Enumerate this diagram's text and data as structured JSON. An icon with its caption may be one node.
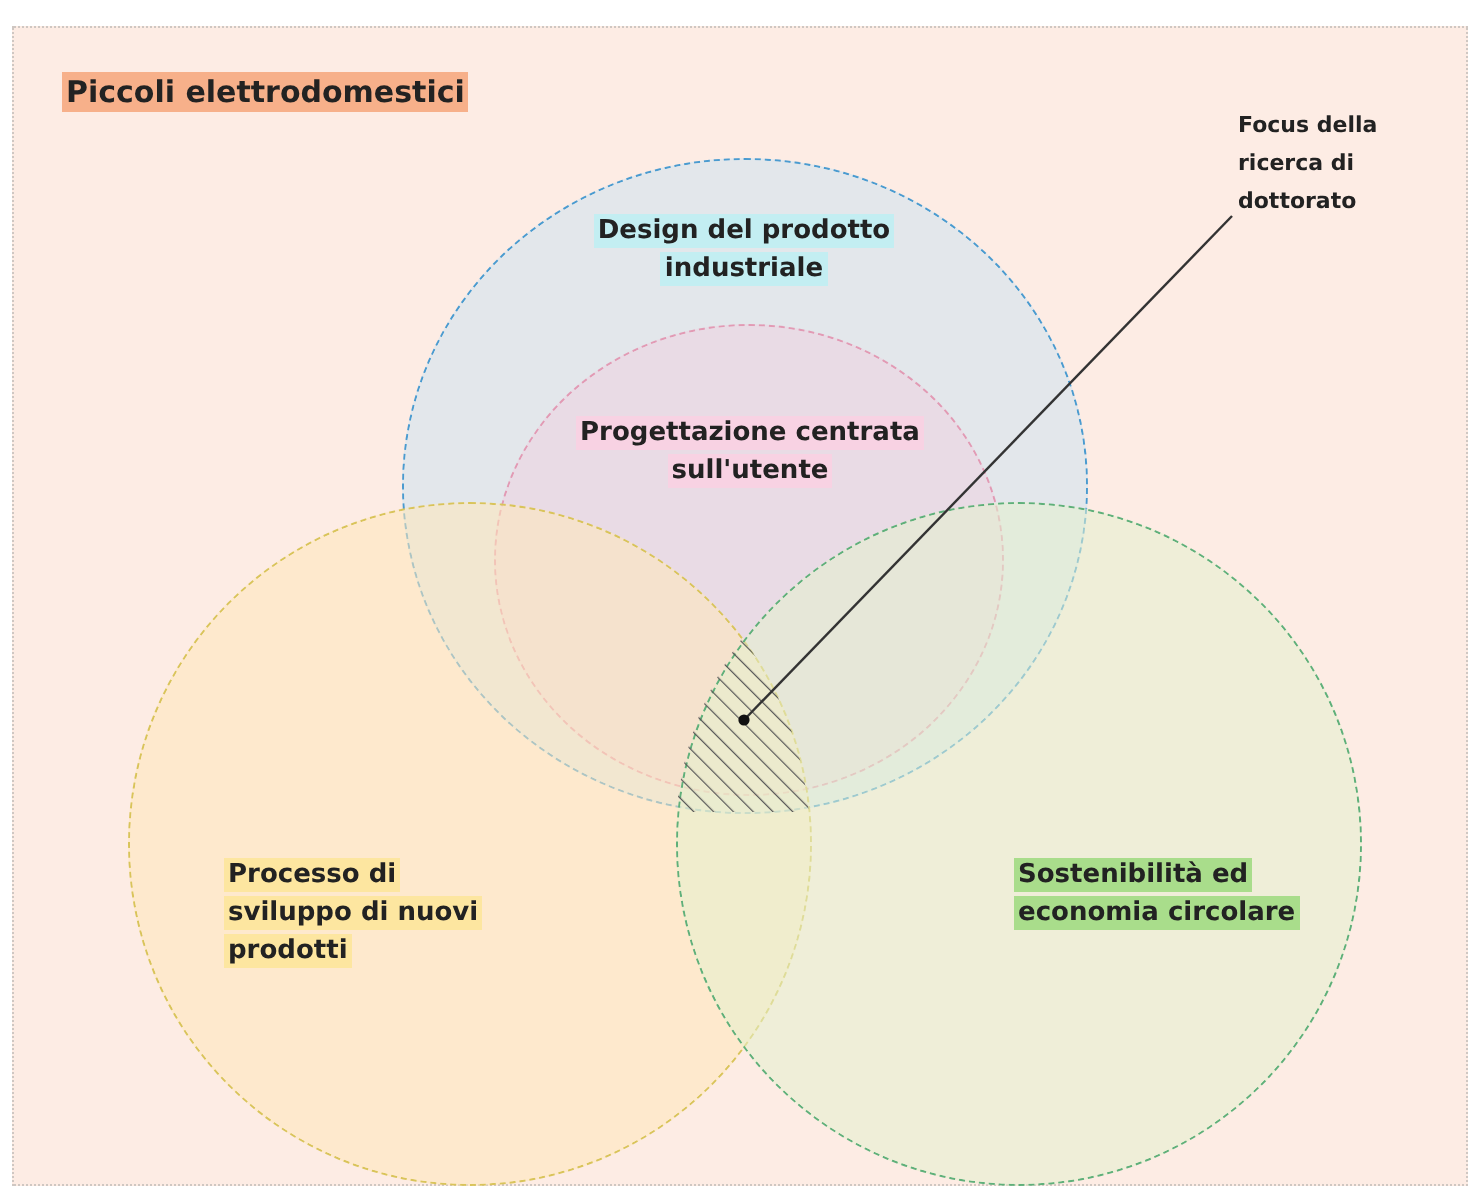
{
  "diagram": {
    "nodes": [
      {
        "text": [
          "Piccoli elettrodomestici"
        ]
      },
      {
        "text": [
          "Design del prodotto industriale"
        ],
        "in": 0
      },
      {
        "text": [
          "Progettazione centrata sull'utente"
        ],
        "in": 1
      },
      {
        "text": [
          "Processo di sviluppo di nuovi prodotti"
        ],
        "in": 0
      },
      {
        "text": [
          "Sostenibilità ed economia circolare"
        ],
        "in": 0
      },
      {
        "text": [
          "Focus della ricerca di dottorato"
        ],
        "in": 0
      },
      {
        "text": [],
        "shape": "lens"
      }
    ],
    "edges": [
      {
        "from": 5,
        "to": 6,
        "arrow": "other"
      }
    ]
  }
}
